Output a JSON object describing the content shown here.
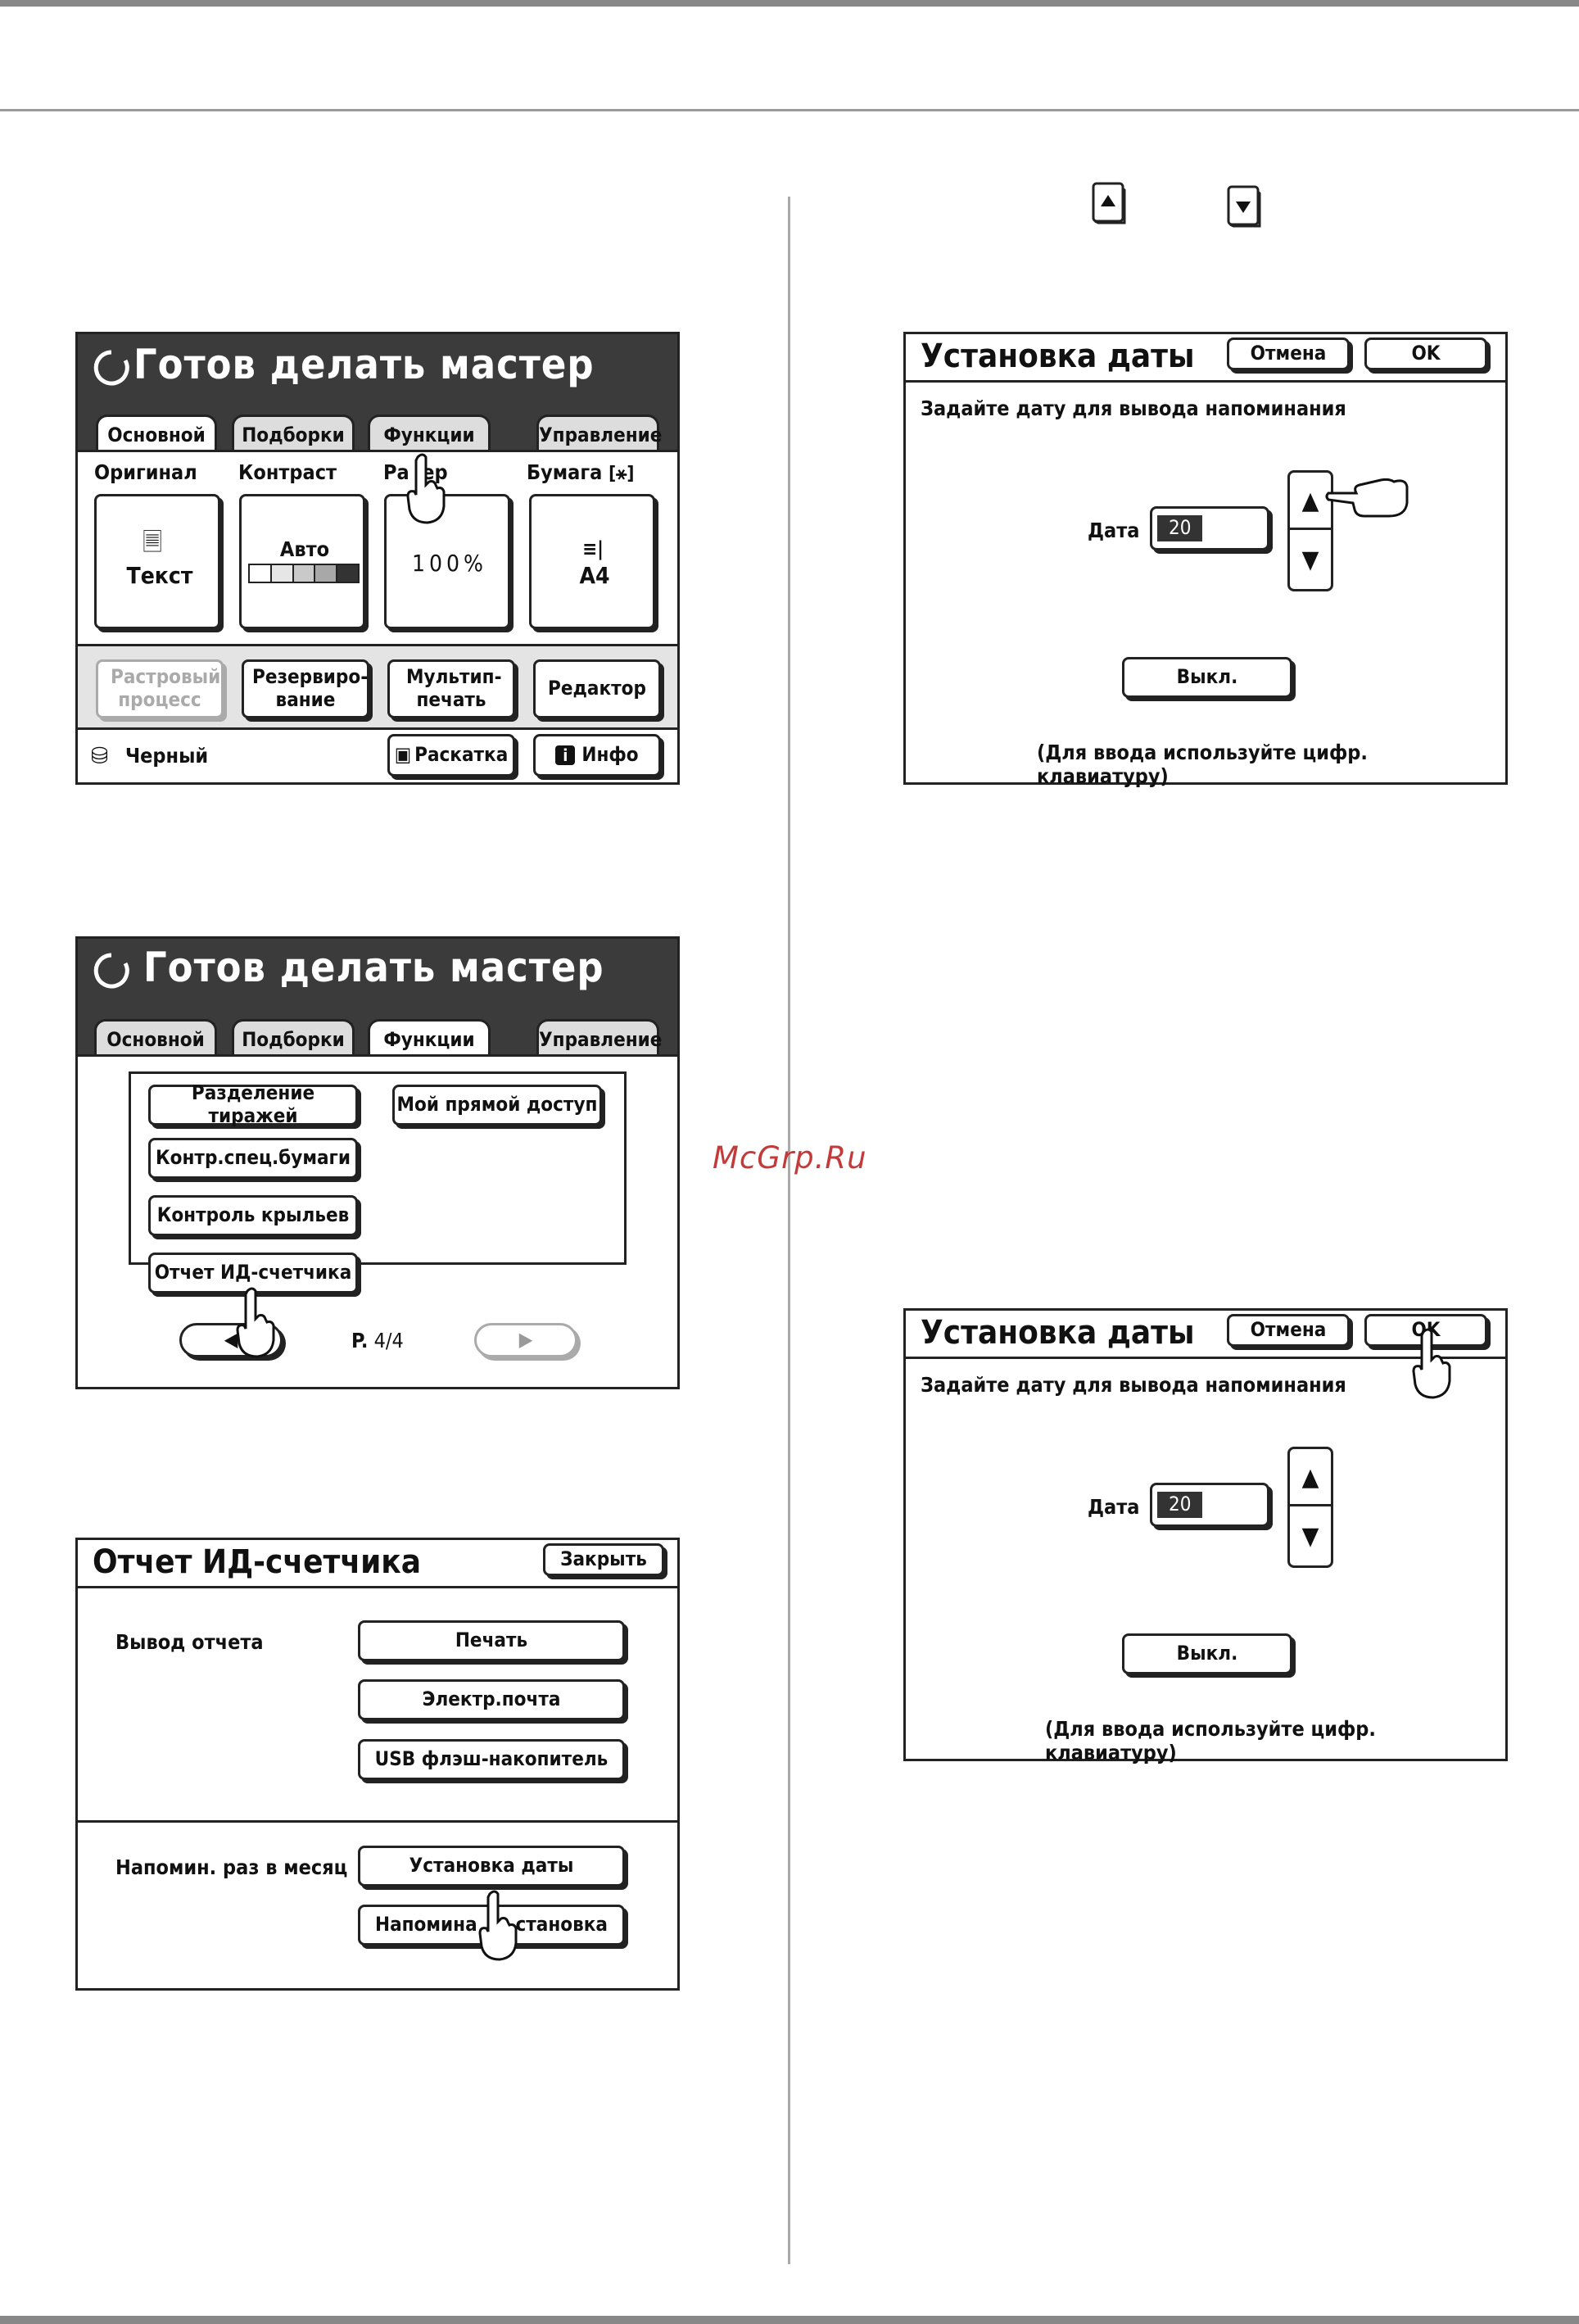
{
  "watermark": "McGrp.Ru",
  "screen1": {
    "status": "Готов делать мастер",
    "tabs": [
      "Основной",
      "Подборки",
      "Функции",
      "Управление"
    ],
    "labels": {
      "original": "Оригинал",
      "contrast": "Контраст",
      "size": "Ра  ер",
      "paper": "Бумага"
    },
    "original_value": "Текст",
    "contrast_value": "Авто",
    "size_value": "100%",
    "paper_value": "A4",
    "buttons": [
      "Растровый процесс",
      "Резервиро-вание",
      "Мультип-печать",
      "Редактор"
    ],
    "ink": "Черный",
    "raskatka": "Раскатка",
    "info": "Инфо"
  },
  "screen2": {
    "status": "Готов делать мастер",
    "tabs": [
      "Основной",
      "Подборки",
      "Функции",
      "Управление"
    ],
    "items": [
      "Разделение тиражей",
      "Контр.спец.бумаги",
      "Контроль крыльев",
      "Отчет ИД-счетчика",
      "Мой прямой доступ"
    ],
    "page_prefix": "P.",
    "page_value": "4/4"
  },
  "screen3": {
    "title": "Отчет ИД-счетчика",
    "close": "Закрыть",
    "output_label": "Вывод отчета",
    "print": "Печать",
    "email": "Электр.почта",
    "usb": "USB флэш-накопитель",
    "reminder_label": "Напомин. раз в месяц",
    "set_date": "Установка даты",
    "reminder_set_a": "Напомина",
    "reminder_set_b": "становка"
  },
  "dialog1": {
    "title": "Установка даты",
    "cancel": "Отмена",
    "ok": "OK",
    "prompt": "Задайте дату для вывода напоминания",
    "date_label": "Дата",
    "date_value": "20",
    "off": "Выкл.",
    "hint": "(Для ввода используйте цифр. клавиатуру)"
  },
  "dialog2": {
    "title": "Установка даты",
    "cancel": "Отмена",
    "ok": "OK",
    "prompt": "Задайте дату для вывода напоминания",
    "date_label": "Дата",
    "date_value": "20",
    "off": "Выкл.",
    "hint": "(Для ввода используйте цифр. клавиатуру)"
  },
  "icons": [
    "arrow-up-key-icon",
    "arrow-down-key-icon",
    "pointing-hand-icon",
    "document-icon",
    "paper-stack-icon",
    "ink-drum-icon",
    "info-icon",
    "spinner-icon"
  ]
}
